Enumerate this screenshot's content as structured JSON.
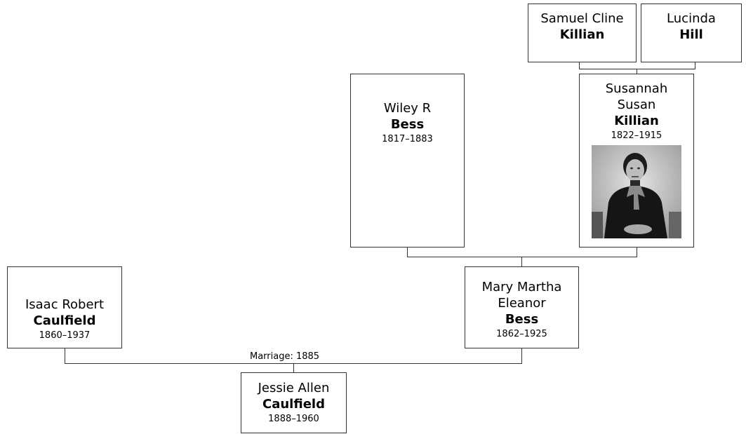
{
  "people": {
    "samuel": {
      "given": "Samuel Cline",
      "surname": "Killian"
    },
    "lucinda": {
      "given": "Lucinda",
      "surname": "Hill"
    },
    "wiley": {
      "given": "Wiley R",
      "surname": "Bess",
      "dates": "1817–1883"
    },
    "susannah": {
      "given": [
        "Susannah",
        "Susan"
      ],
      "surname": "Killian",
      "dates": "1822–1915",
      "photo_icon": "portrait-photo"
    },
    "isaac": {
      "given": "Isaac Robert",
      "surname": "Caulfield",
      "dates": "1860–1937"
    },
    "mary": {
      "given": [
        "Mary Martha",
        "Eleanor"
      ],
      "surname": "Bess",
      "dates": "1862–1925"
    },
    "jessie": {
      "given": "Jessie Allen",
      "surname": "Caulfield",
      "dates": "1888–1960"
    }
  },
  "marriage_label": "Marriage: 1885",
  "colors": {
    "line": "#333333",
    "box_border": "#333333",
    "background": "#ffffff"
  }
}
